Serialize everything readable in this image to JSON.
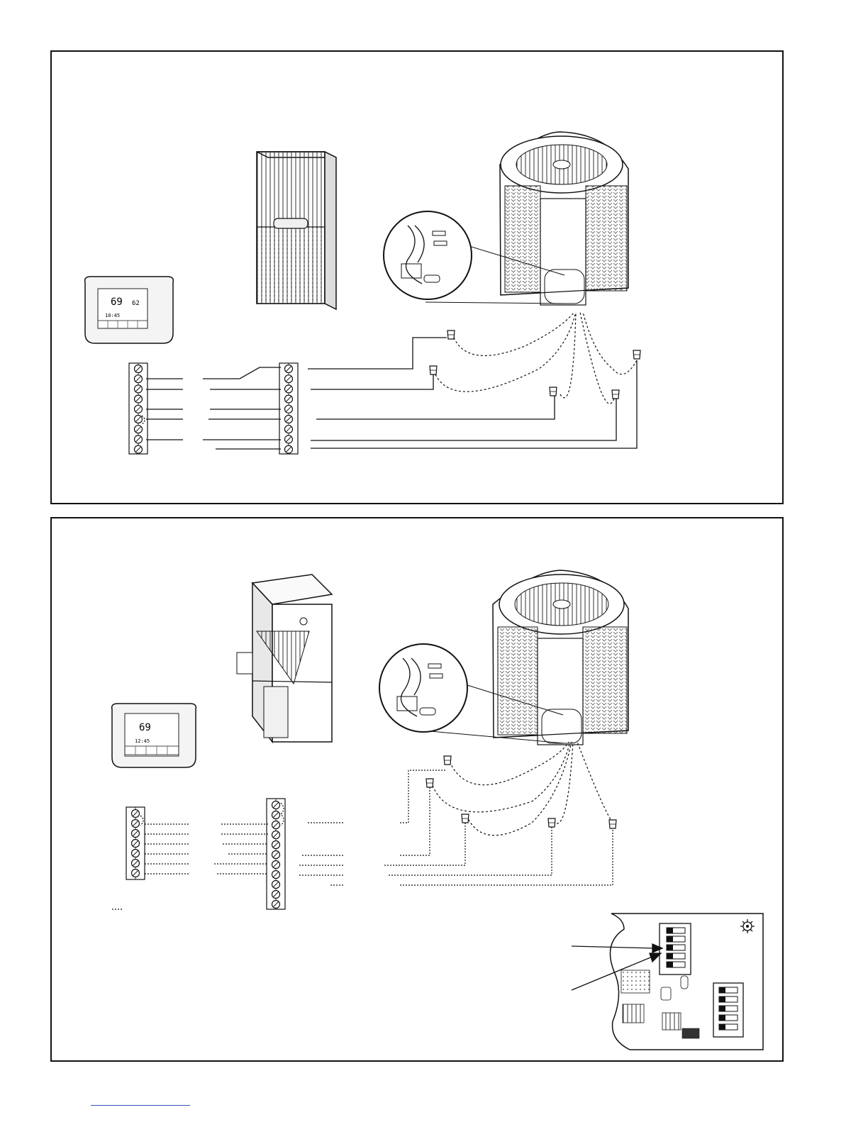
{
  "thermostat_1": {
    "temp_big": "69",
    "setpoint": "62",
    "clock": "10:45"
  },
  "thermostat_2": {
    "temp_big": "69",
    "clock": "12:45"
  },
  "colors": {
    "ink": "#1a1a1a",
    "fill_light": "#f4f4f4",
    "footer_link": "#3a4fb8"
  }
}
